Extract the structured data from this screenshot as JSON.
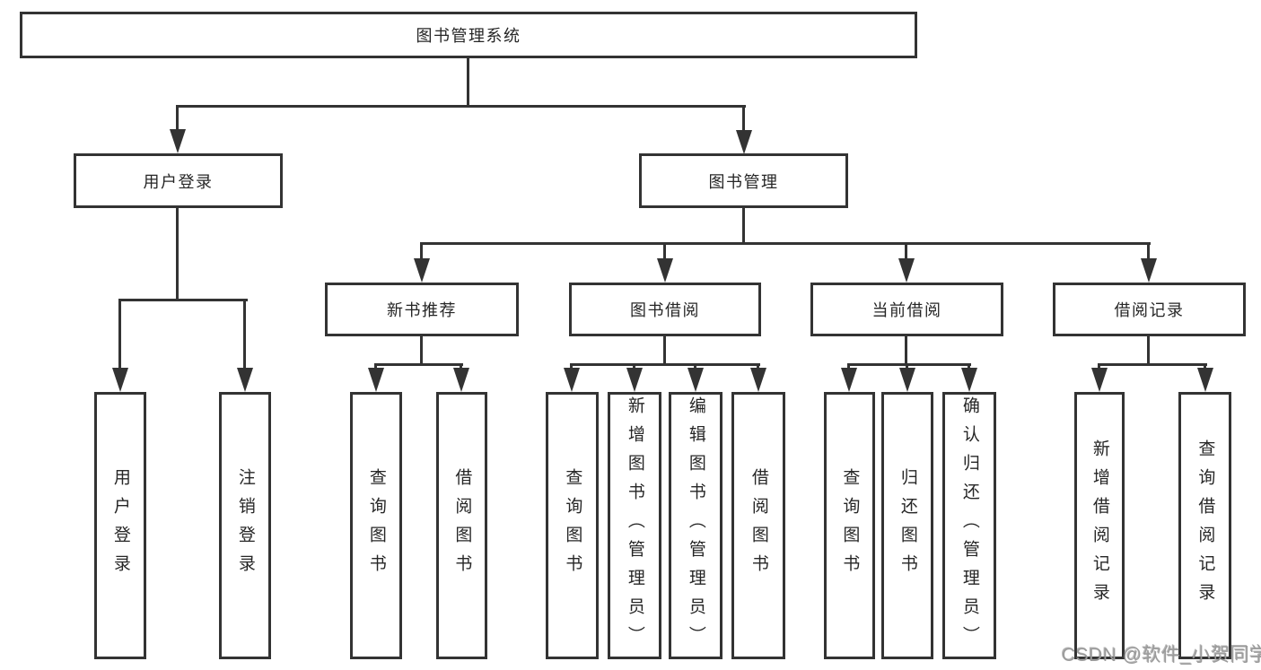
{
  "diagram": {
    "type": "tree",
    "root": {
      "label": "图书管理系统"
    },
    "branches": [
      {
        "label": "用户登录",
        "children": [
          "用户登录",
          "注销登录"
        ]
      },
      {
        "label": "图书管理",
        "groups": [
          {
            "label": "新书推荐",
            "children": [
              "查询图书",
              "借阅图书"
            ]
          },
          {
            "label": "图书借阅",
            "children": [
              "查询图书",
              "新增图书（管理员）",
              "编辑图书（管理员）",
              "借阅图书"
            ]
          },
          {
            "label": "当前借阅",
            "children": [
              "查询图书",
              "归还图书",
              "确认归还（管理员）"
            ]
          },
          {
            "label": "借阅记录",
            "children": [
              "新增借阅记录",
              "查询借阅记录"
            ]
          }
        ]
      }
    ]
  },
  "watermark": {
    "text": "CSDN @软件_小贺同学"
  },
  "colors": {
    "line": "#333333",
    "text": "#262626",
    "box_bg": "#ffffff",
    "watermark": "#9b9b9b"
  }
}
